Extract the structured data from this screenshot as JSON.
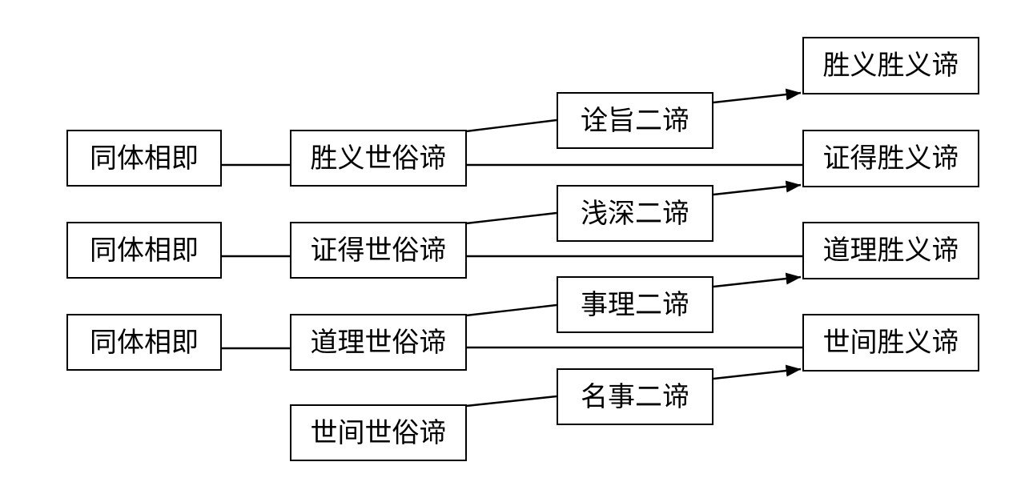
{
  "diagram": {
    "type": "flow-diagram",
    "background_color": "#ffffff",
    "line_color": "#000000",
    "text_color": "#000000",
    "nodes": {
      "identity1": "同体相即",
      "identity2": "同体相即",
      "identity3": "同体相即",
      "worldly1": "胜义世俗谛",
      "worldly2": "证得世俗谛",
      "worldly3": "道理世俗谛",
      "worldly4": "世间世俗谛",
      "pair1": "诠旨二谛",
      "pair2": "浅深二谛",
      "pair3": "事理二谛",
      "pair4": "名事二谛",
      "ultimate1": "胜义胜义谛",
      "ultimate2": "证得胜义谛",
      "ultimate3": "道理胜义谛",
      "ultimate4": "世间胜义谛"
    },
    "edges": [
      {
        "from": "identity1",
        "to": "worldly1",
        "type": "line"
      },
      {
        "from": "identity2",
        "to": "worldly2",
        "type": "line"
      },
      {
        "from": "identity3",
        "to": "worldly3",
        "type": "line"
      },
      {
        "from": "worldly1",
        "to": "pair1",
        "type": "line"
      },
      {
        "from": "worldly2",
        "to": "pair2",
        "type": "line"
      },
      {
        "from": "worldly3",
        "to": "pair3",
        "type": "line"
      },
      {
        "from": "worldly4",
        "to": "pair4",
        "type": "line"
      },
      {
        "from": "worldly1",
        "to": "ultimate2",
        "type": "line"
      },
      {
        "from": "worldly2",
        "to": "ultimate3",
        "type": "line"
      },
      {
        "from": "worldly3",
        "to": "ultimate4",
        "type": "line"
      },
      {
        "from": "pair1",
        "to": "ultimate1",
        "type": "arrow"
      },
      {
        "from": "pair2",
        "to": "ultimate2",
        "type": "arrow"
      },
      {
        "from": "pair3",
        "to": "ultimate3",
        "type": "arrow"
      },
      {
        "from": "pair4",
        "to": "ultimate4",
        "type": "arrow"
      }
    ]
  }
}
